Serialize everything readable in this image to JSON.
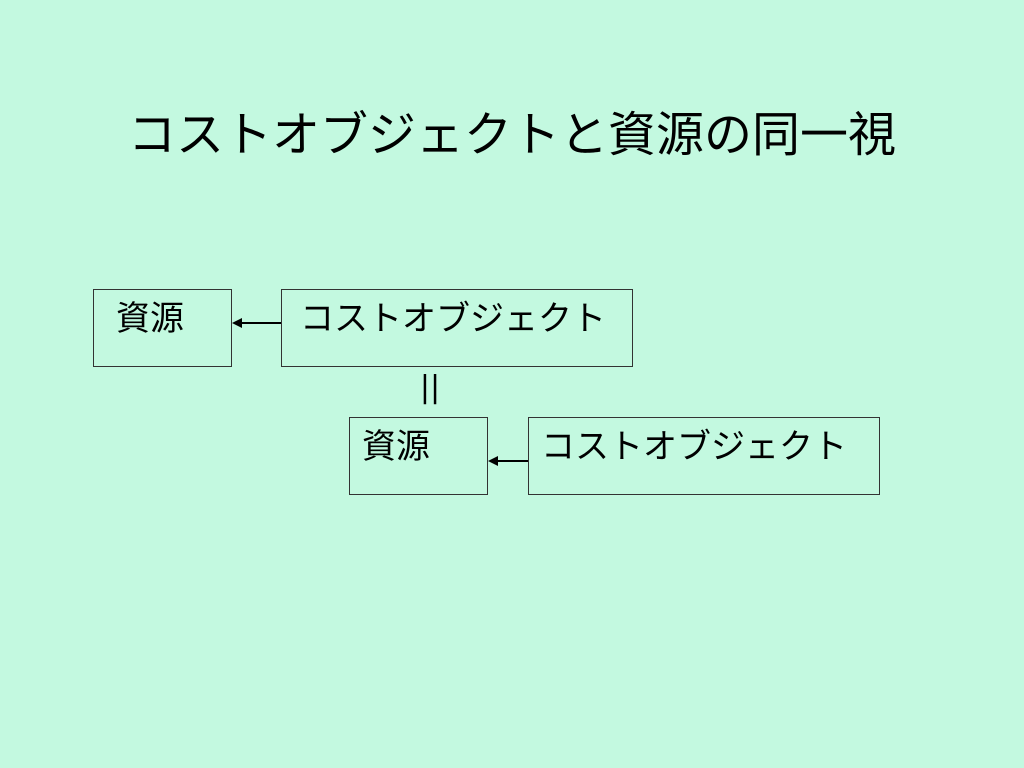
{
  "slide": {
    "title": "コストオブジェクトと資源の同一視"
  },
  "diagram": {
    "row1": {
      "resource_label": "資源",
      "cost_object_label": "コストオブジェクト"
    },
    "equivalence_symbol": "||",
    "row2": {
      "resource_label": "資源",
      "cost_object_label": "コストオブジェクト"
    }
  },
  "colors": {
    "background": "#c3f9e0",
    "text": "#000000",
    "border": "#333333"
  }
}
